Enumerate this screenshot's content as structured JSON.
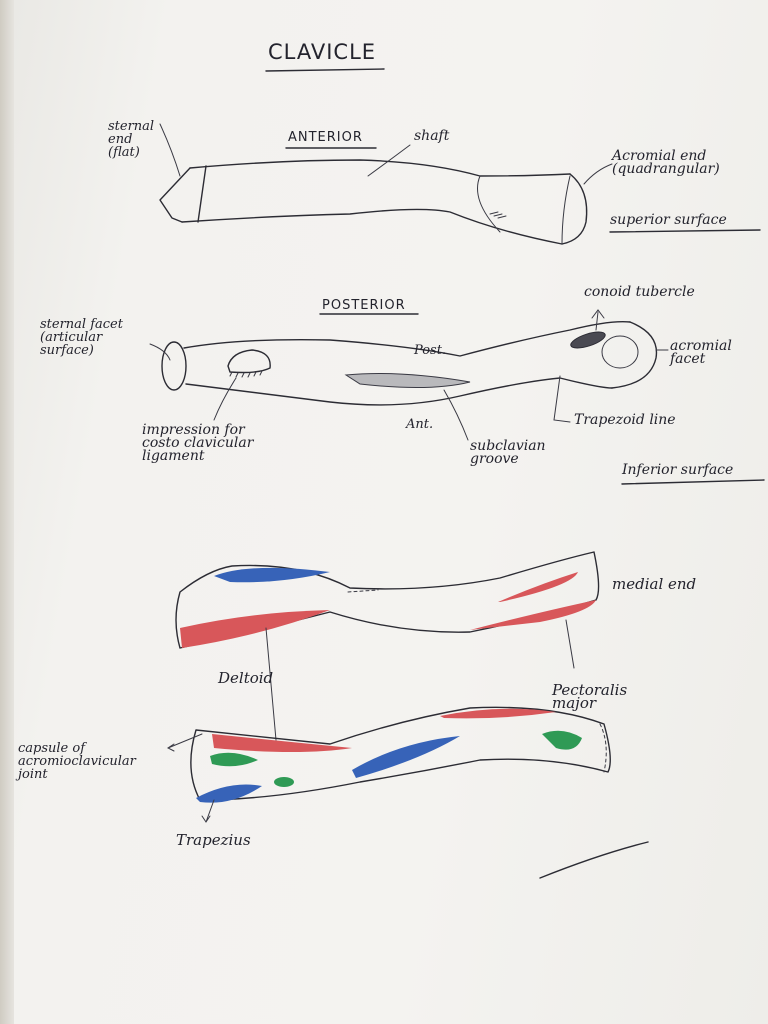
{
  "title": "CLAVICLE",
  "sections": {
    "top": {
      "view_label": "ANTERIOR",
      "surface_label": "superior surface"
    },
    "middle": {
      "view_label": "POSTERIOR",
      "surface_label": "Inferior surface"
    }
  },
  "top_labels": {
    "sternal_end": "sternal\nend\n(flat)",
    "shaft": "shaft",
    "acromial_end": "Acromial end\n(quadrangular)"
  },
  "middle_labels": {
    "sternal_facet": "sternal facet\n(articular\nsurface)",
    "conoid_tubercle": "conoid tubercle",
    "acromial_facet": "acromial\nfacet",
    "post": "Post.",
    "ant": "Ant.",
    "impression": "impression for\ncosto clavicular\nligament",
    "subclavian_groove": "subclavian\ngroove",
    "trapezoid_line": "Trapezoid line"
  },
  "bottom_labels": {
    "medial_end": "medial end",
    "deltoid": "Deltoid",
    "pectoralis_major": "Pectoralis\nmajor",
    "capsule": "capsule of\nacromioclavicular\njoint",
    "trapezius": "Trapezius"
  },
  "colors": {
    "ink": "#2c2c34",
    "red": "#d8575a",
    "blue": "#3763b8",
    "green": "#2f9a55"
  }
}
